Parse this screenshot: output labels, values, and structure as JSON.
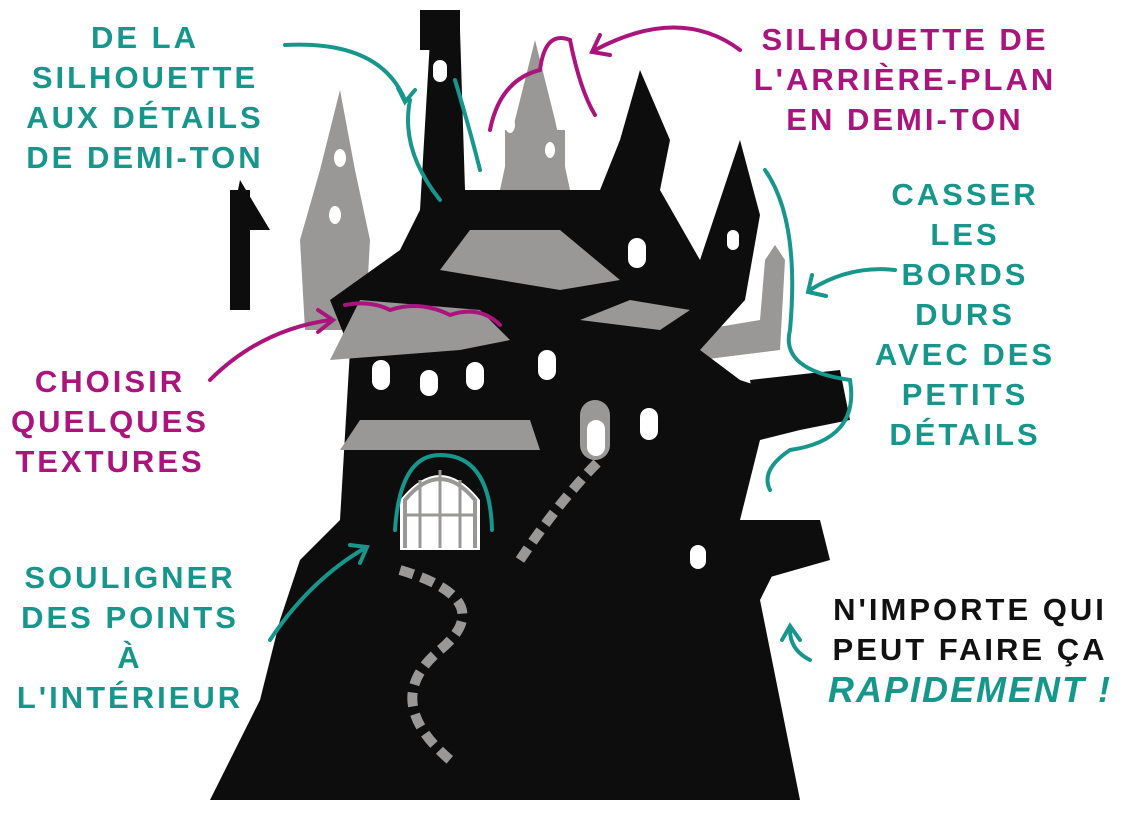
{
  "colors": {
    "teal": "#17968c",
    "magenta": "#ab147c",
    "silhouette": "#0d0d0d",
    "halftone": "#9a9896"
  },
  "labels": {
    "silhouette_details": [
      "DE LA",
      "SILHOUETTE",
      "AUX DÉTAILS",
      "DE DEMI-TON"
    ],
    "background": [
      "SILHOUETTE DE",
      "L'ARRIÈRE-PLAN",
      "EN DEMI-TON"
    ],
    "edges": [
      "CASSER",
      "LES",
      "BORDS",
      "DURS",
      "AVEC DES",
      "PETITS",
      "DÉTAILS"
    ],
    "textures": [
      "CHOISIR",
      "QUELQUES",
      "TEXTURES"
    ],
    "highlight": [
      "SOULIGNER",
      "DES POINTS",
      "À",
      "L'INTÉRIEUR"
    ],
    "anyone": [
      "N'IMPORTE QUI",
      "PEUT FAIRE ÇA"
    ],
    "quickly": "RAPIDEMENT !"
  }
}
